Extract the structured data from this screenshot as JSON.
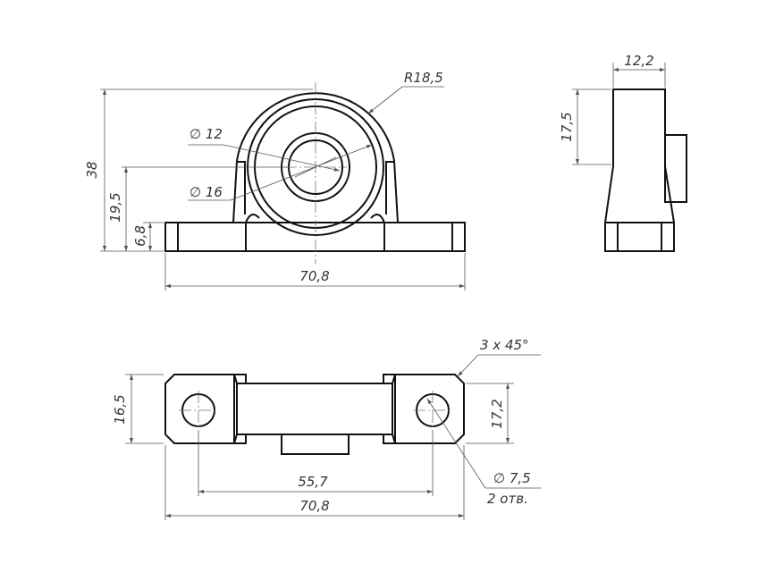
{
  "front_view": {
    "dim_radius": "R18,5",
    "dim_inner_dia": "12",
    "dim_outer_dia": "16",
    "dim_total_height": "38",
    "dim_center_height": "19,5",
    "dim_base_height": "6,8",
    "dim_total_width": "70,8",
    "diameter_symbol": "∅"
  },
  "side_view": {
    "dim_depth": "12,2",
    "dim_height": "17,5"
  },
  "top_view": {
    "dim_chamfer": "3 x 45°",
    "dim_base_depth_left": "16,5",
    "dim_base_depth_right": "17,2",
    "dim_hole_spacing": "55,7",
    "dim_total_width": "70,8",
    "dim_hole_dia": "7,5",
    "dim_hole_count": "2 отв.",
    "diameter_symbol": "∅"
  },
  "colors": {
    "line": "#111111",
    "dimension": "#555555"
  }
}
